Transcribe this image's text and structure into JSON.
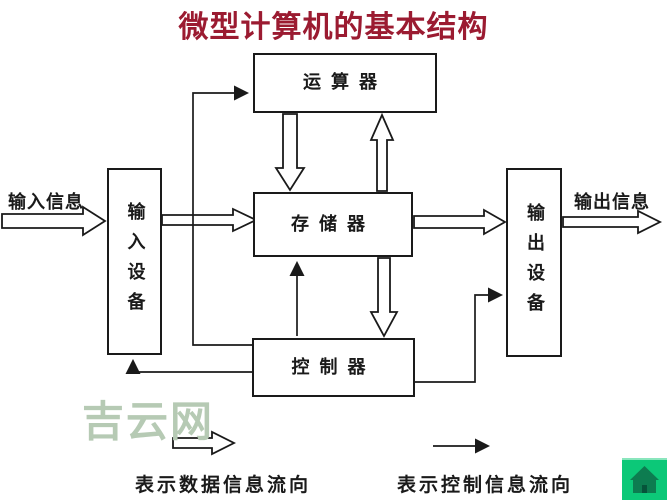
{
  "title": "微型计算机的基本结构",
  "boxes": {
    "alu": {
      "label": "运算器"
    },
    "memory": {
      "label": "存储器"
    },
    "controller": {
      "label": "控制器"
    },
    "input_device": {
      "label": "输入设备"
    },
    "output_device": {
      "label": "输出设备"
    }
  },
  "io_labels": {
    "input_info": "输入信息",
    "output_info": "输出信息"
  },
  "legend": {
    "data_flow_label": "表示数据信息流向",
    "control_flow_label": "表示控制信息流向"
  },
  "watermark": "吉云网",
  "colors": {
    "title": "#9b1b31",
    "diagram_line": "#1a1a1a",
    "watermark": "#b6cab4",
    "home_button_bg": "#0cc878",
    "home_button_glyph": "#0d7c50"
  },
  "arrows": {
    "data_flow": [
      "external-to-input-device",
      "input-device-to-memory",
      "alu-to-memory",
      "memory-to-alu",
      "memory-to-controller",
      "memory-to-output-device",
      "output-device-to-external"
    ],
    "control_flow": [
      "controller-to-alu",
      "controller-to-input-device",
      "controller-to-memory",
      "controller-to-output-device"
    ]
  }
}
